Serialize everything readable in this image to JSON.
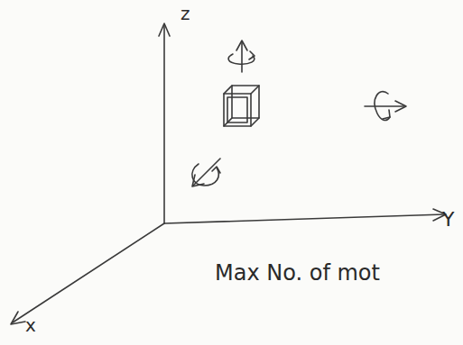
{
  "diagram": {
    "labels": [
      "z",
      "Y",
      "x",
      "Max No. of mot"
    ]
  }
}
